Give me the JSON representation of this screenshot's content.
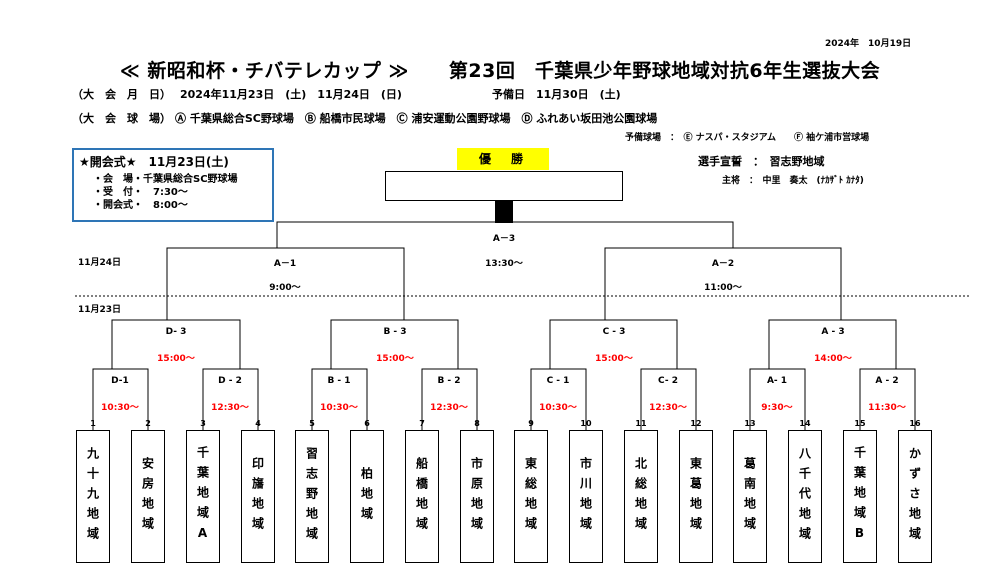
{
  "doc_date": "2024年　10月19日",
  "title": {
    "left": "≪ 新昭和杯・チバテレカップ ≫",
    "right": "第23回　千葉県少年野球地域対抗6年生選抜大会"
  },
  "schedule": {
    "label": "（大　会　月　日）",
    "dates": "2024年11月23日　(土)　11月24日　(日)",
    "reserve": "予備日　11月30日　(土)"
  },
  "venues": {
    "label": "（大　会　球　場）",
    "list": "Ⓐ 千葉県総合SC野球場　Ⓑ 船橋市民球場　Ⓒ 浦安運動公園野球場　Ⓓ ふれあい坂田池公園球場",
    "reserve": "予備球場　：　Ⓔ ナスパ・スタジアム　　Ⓕ 袖ケ浦市営球場"
  },
  "opening": {
    "title": "★開会式★　11月23日(土)",
    "venue": "・会　場・千葉県総合SC野球場",
    "reception": "・受　付・　7:30～",
    "ceremony": "・開会式・　8:00～"
  },
  "champion_label": "優　勝",
  "oath": "選手宣誓　：　習志野地域",
  "captain": "主将　：　中里　奏太　(ﾅｶｻﾞﾄ ｶﾅﾀ)",
  "day2_label": "11月24日",
  "day1_label": "11月23日",
  "final": {
    "name": "A－3",
    "time": "13:30～"
  },
  "semis": [
    {
      "name": "A－1",
      "time": "9:00～"
    },
    {
      "name": "A－2",
      "time": "11:00～"
    }
  ],
  "quarters": [
    {
      "name": "D- 3",
      "time": "15:00～"
    },
    {
      "name": "B - 3",
      "time": "15:00～"
    },
    {
      "name": "C - 3",
      "time": "15:00～"
    },
    {
      "name": "A - 3",
      "time": "14:00～"
    }
  ],
  "first_round": [
    {
      "name": "D-1",
      "time": "10:30～"
    },
    {
      "name": "D - 2",
      "time": "12:30～"
    },
    {
      "name": "B - 1",
      "time": "10:30～"
    },
    {
      "name": "B - 2",
      "time": "12:30～"
    },
    {
      "name": "C - 1",
      "time": "10:30～"
    },
    {
      "name": "C- 2",
      "time": "12:30～"
    },
    {
      "name": "A- 1",
      "time": "9:30～"
    },
    {
      "name": "A - 2",
      "time": "11:30～"
    }
  ],
  "teams": [
    {
      "num": "1",
      "name": "九十九地域"
    },
    {
      "num": "2",
      "name": "安房地域"
    },
    {
      "num": "3",
      "name": "千葉地域A"
    },
    {
      "num": "4",
      "name": "印旛地域"
    },
    {
      "num": "5",
      "name": "習志野地域"
    },
    {
      "num": "6",
      "name": "柏地域"
    },
    {
      "num": "7",
      "name": "船橋地域"
    },
    {
      "num": "8",
      "name": "市原地域"
    },
    {
      "num": "9",
      "name": "東総地域"
    },
    {
      "num": "10",
      "name": "市川地域"
    },
    {
      "num": "11",
      "name": "北総地域"
    },
    {
      "num": "12",
      "name": "東葛地域"
    },
    {
      "num": "13",
      "name": "葛南地域"
    },
    {
      "num": "14",
      "name": "八千代地域"
    },
    {
      "num": "15",
      "name": "千葉地域B"
    },
    {
      "num": "16",
      "name": "かずさ地域"
    }
  ]
}
